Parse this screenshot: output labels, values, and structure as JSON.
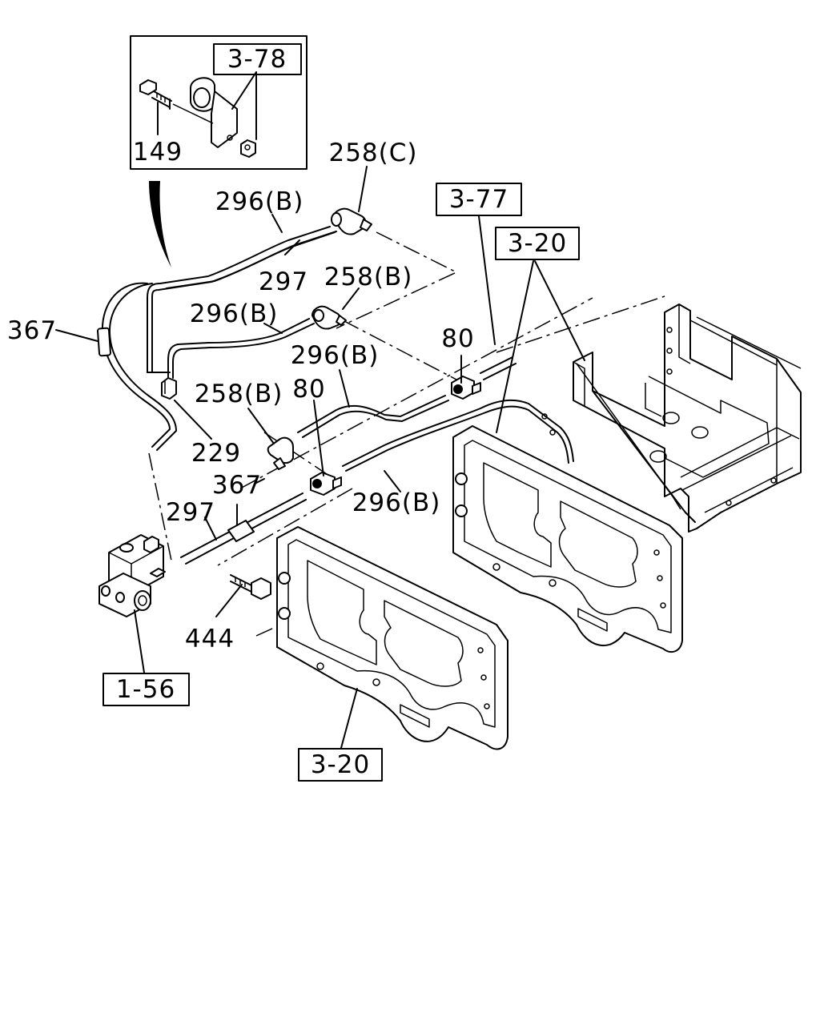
{
  "labels": {
    "bracket_ref": "3-78",
    "bolt_149": "149",
    "elbow_258c": "258(C)",
    "tube_296b_top": "296(B)",
    "tube_297_top": "297",
    "elbow_258b_top": "258(B)",
    "tube_296b_mid": "296(B)",
    "hose_367_left": "367",
    "frame_ref_377": "3-77",
    "frame_ref_320_top": "3-20",
    "tee_80_right": "80",
    "tube_296b_center": "296(B)",
    "elbow_258b_mid": "258(B)",
    "tee_80_center": "80",
    "fitting_229": "229",
    "hose_367_center": "367",
    "tube_297_low": "297",
    "tube_296b_low": "296(B)",
    "bolt_444": "444",
    "valve_ref_156": "1-56",
    "frame_ref_320_bottom": "3-20"
  }
}
